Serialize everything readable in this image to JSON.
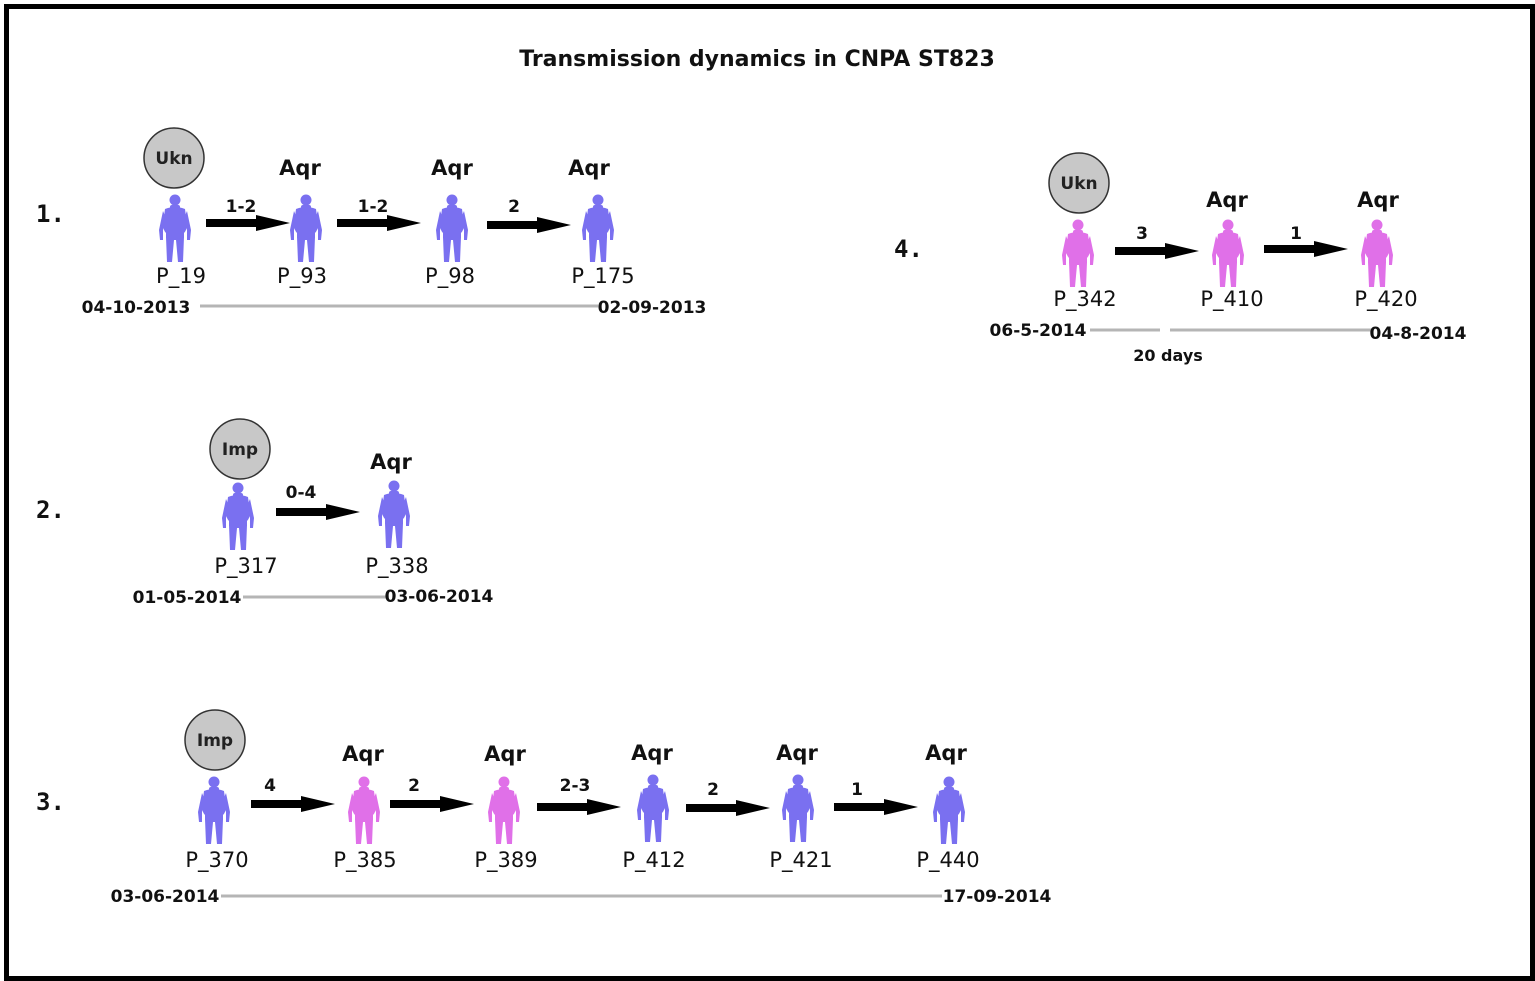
{
  "title": "Transmission dynamics in CNPA ST823",
  "colors": {
    "blue": "#7a70f0",
    "pink": "#e070e8",
    "circle": "#c8c8c8",
    "timeline": "#b5b5b5"
  },
  "chains": [
    {
      "number": "1.",
      "source_label": "Ukn",
      "patients": [
        {
          "id": "P_19",
          "label": "",
          "color": "blue"
        },
        {
          "id": "P_93",
          "label": "Aqr",
          "color": "blue"
        },
        {
          "id": "P_98",
          "label": "Aqr",
          "color": "blue"
        },
        {
          "id": "P_175",
          "label": "Aqr",
          "color": "blue"
        }
      ],
      "links": [
        "1-2",
        "1-2",
        "2"
      ],
      "start_date": "04-10-2013",
      "end_date": "02-09-2013"
    },
    {
      "number": "2.",
      "source_label": "Imp",
      "patients": [
        {
          "id": "P_317",
          "label": "",
          "color": "blue"
        },
        {
          "id": "P_338",
          "label": "Aqr",
          "color": "blue"
        }
      ],
      "links": [
        "0-4"
      ],
      "start_date": "01-05-2014",
      "end_date": "03-06-2014"
    },
    {
      "number": "3.",
      "source_label": "Imp",
      "patients": [
        {
          "id": "P_370",
          "label": "",
          "color": "blue"
        },
        {
          "id": "P_385",
          "label": "Aqr",
          "color": "pink"
        },
        {
          "id": "P_389",
          "label": "Aqr",
          "color": "pink"
        },
        {
          "id": "P_412",
          "label": "Aqr",
          "color": "blue"
        },
        {
          "id": "P_421",
          "label": "Aqr",
          "color": "blue"
        },
        {
          "id": "P_440",
          "label": "Aqr",
          "color": "blue"
        }
      ],
      "links": [
        "4",
        "2",
        "2-3",
        "2",
        "1"
      ],
      "start_date": "03-06-2014",
      "end_date": "17-09-2014"
    },
    {
      "number": "4.",
      "source_label": "Ukn",
      "patients": [
        {
          "id": "P_342",
          "label": "",
          "color": "pink"
        },
        {
          "id": "P_410",
          "label": "Aqr",
          "color": "pink"
        },
        {
          "id": "P_420",
          "label": "Aqr",
          "color": "pink"
        }
      ],
      "links": [
        "3",
        "1"
      ],
      "start_date": "06-5-2014",
      "end_date": "04-8-2014",
      "gap_label": "20 days"
    }
  ]
}
